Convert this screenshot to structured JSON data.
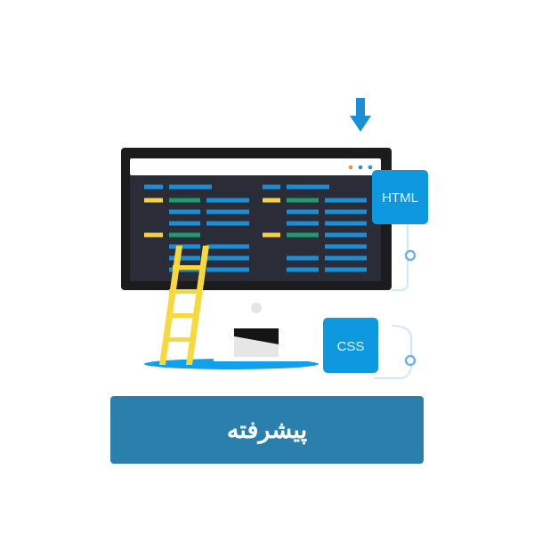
{
  "illustration": {
    "html_label": "HTML",
    "css_label": "CSS"
  },
  "cta": {
    "label": "پیشرفته",
    "color": "#2a7fad"
  },
  "colors": {
    "blue": "#1a8fd6",
    "green": "#1e9b6f",
    "yellow": "#f7d04a",
    "screen": "#2a2d38",
    "bezel": "#1c1c1e"
  }
}
